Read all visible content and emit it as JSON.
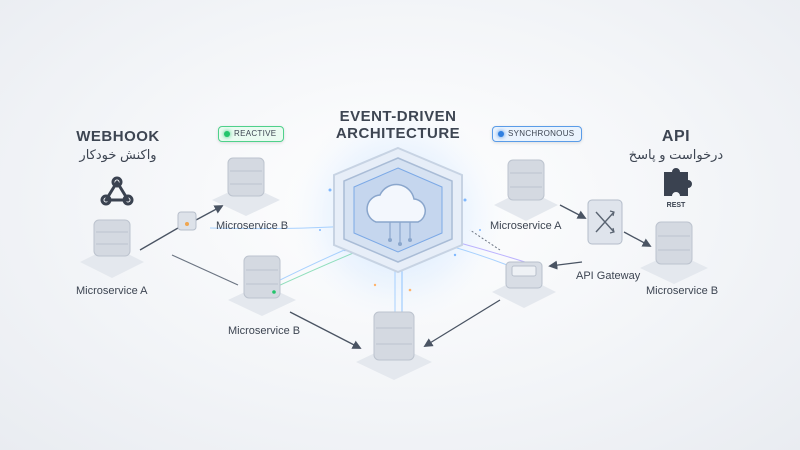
{
  "center": {
    "title_line1": "EVENT-DRIVEN",
    "title_line2": "ARCHITECTURE"
  },
  "left": {
    "title": "WEBHOOK",
    "subtitle": "واکنش خودکار",
    "badge": "REACTIVE",
    "microservice_a": "Microservice A",
    "microservice_b_top": "Microservice B",
    "microservice_b_bottom": "Microservice B"
  },
  "right": {
    "title": "API",
    "subtitle": "درخواست و پاسخ",
    "badge": "SYNCHRONOUS",
    "rest_label": "REST",
    "microservice_a": "Microservice A",
    "api_gateway": "API Gateway",
    "microservice_b": "Microservice B"
  },
  "colors": {
    "reactive": "#22c56b",
    "synchronous": "#2f7fe0",
    "arrow": "#4a5463",
    "glow": "#8fc4ff"
  },
  "icons": [
    "webhook-icon",
    "puzzle-icon",
    "cloud-icon",
    "switch-icon",
    "server-icon"
  ]
}
